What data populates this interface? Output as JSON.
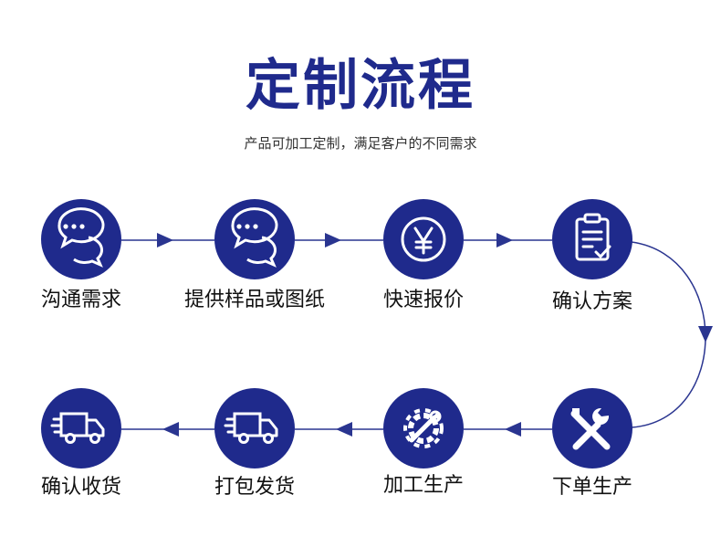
{
  "header": {
    "title": "定制流程",
    "subtitle": "产品可加工定制，满足客户的不同需求"
  },
  "colors": {
    "primary": "#1f2a8c",
    "line": "#2a3590",
    "icon": "#ffffff",
    "text": "#111111"
  },
  "steps": [
    {
      "label": "沟通需求",
      "icon": "chat-bubbles-icon"
    },
    {
      "label": "提供样品或图纸",
      "icon": "chat-bubbles-icon"
    },
    {
      "label": "快速报价",
      "icon": "yen-coin-icon"
    },
    {
      "label": "确认方案",
      "icon": "clipboard-check-icon"
    },
    {
      "label": "下单生产",
      "icon": "tools-icon"
    },
    {
      "label": "加工生产",
      "icon": "gear-wrench-icon"
    },
    {
      "label": "打包发货",
      "icon": "delivery-truck-icon"
    },
    {
      "label": "确认收货",
      "icon": "delivery-truck-icon"
    }
  ]
}
